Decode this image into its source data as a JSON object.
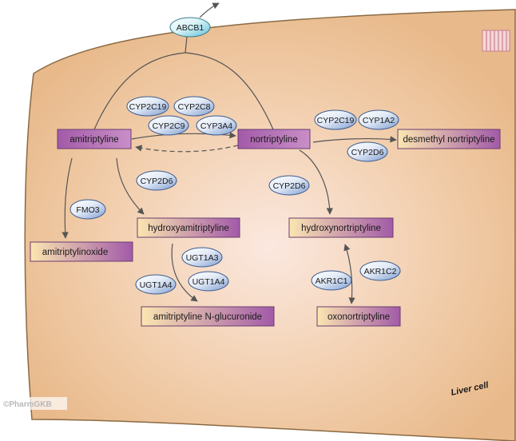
{
  "cell": {
    "label": "Liver cell"
  },
  "copyright": "©PharmGKB",
  "transporter": {
    "label": "ABCB1"
  },
  "drugs": {
    "amitriptyline": "amitriptyline",
    "nortriptyline": "nortriptyline",
    "desmethyl_nortriptyline": "desmethyl nortriptyline",
    "hydroxyamitriptyline": "hydroxyamitriptyline",
    "hydroxynortriptyline": "hydroxynortriptyline",
    "amitriptylinoxide": "amitriptylinoxide",
    "amitriptyline_n_glucuronide": "amitriptyline N-glucuronide",
    "oxonortriptyline": "oxonortriptyline"
  },
  "enzymes": {
    "cyp2c19_a": "CYP2C19",
    "cyp2c8": "CYP2C8",
    "cyp2c9": "CYP2C9",
    "cyp3a4": "CYP3A4",
    "cyp2c19_b": "CYP2C19",
    "cyp1a2": "CYP1A2",
    "cyp2d6_a": "CYP2D6",
    "cyp2d6_b": "CYP2D6",
    "cyp2d6_c": "CYP2D6",
    "fmo3": "FMO3",
    "ugt1a3": "UGT1A3",
    "ugt1a4_a": "UGT1A4",
    "ugt1a4_b": "UGT1A4",
    "akr1c1": "AKR1C1",
    "akr1c2": "AKR1C2"
  },
  "colors": {
    "cell_fill": "#e8b98a",
    "drug_light": "#fbe6b0",
    "drug_dark": "#a25aa8",
    "enzyme_light": "#eef3fb",
    "enzyme_dark": "#7f9ed0",
    "transporter_light": "#e6f8fb",
    "transporter_dark": "#6fc9d9",
    "arrow": "#555555"
  }
}
